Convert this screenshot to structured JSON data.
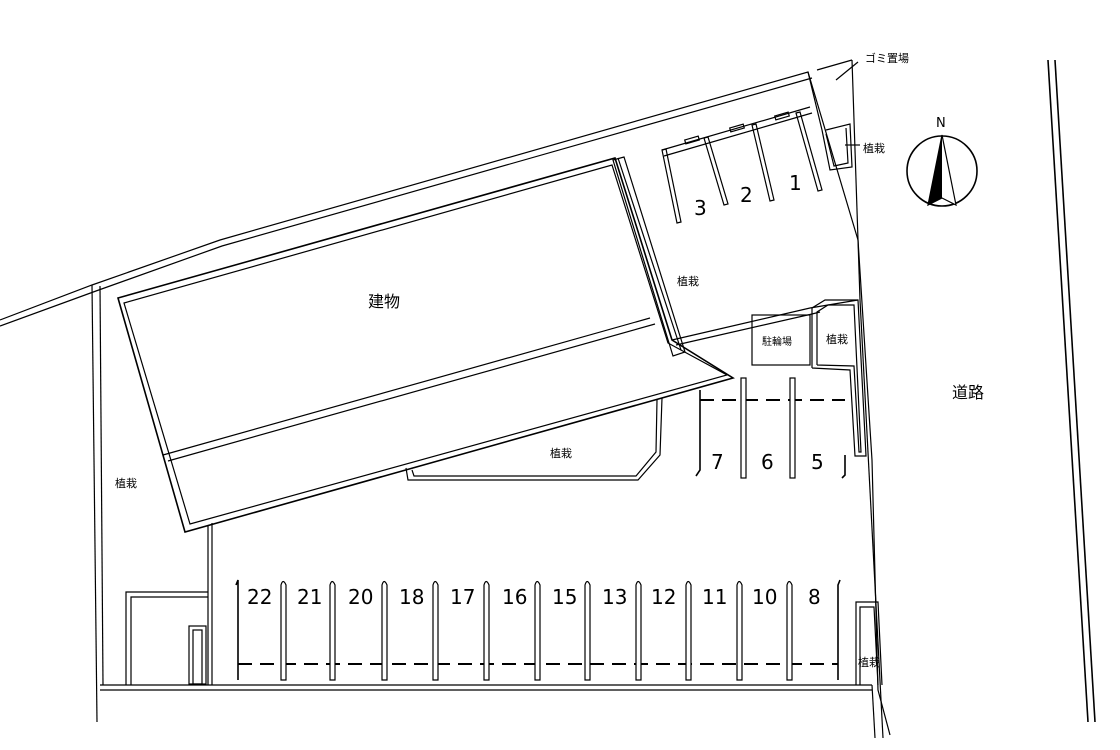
{
  "labels": {
    "building": "建物",
    "road": "道路",
    "trash_area": "ゴミ置場",
    "bicycle_parking": "駐輪場",
    "planting": "植栽",
    "north": "N"
  },
  "parking_spaces": [
    "1",
    "2",
    "3",
    "5",
    "6",
    "7",
    "8",
    "10",
    "11",
    "12",
    "13",
    "15",
    "16",
    "17",
    "18",
    "20",
    "21",
    "22"
  ]
}
